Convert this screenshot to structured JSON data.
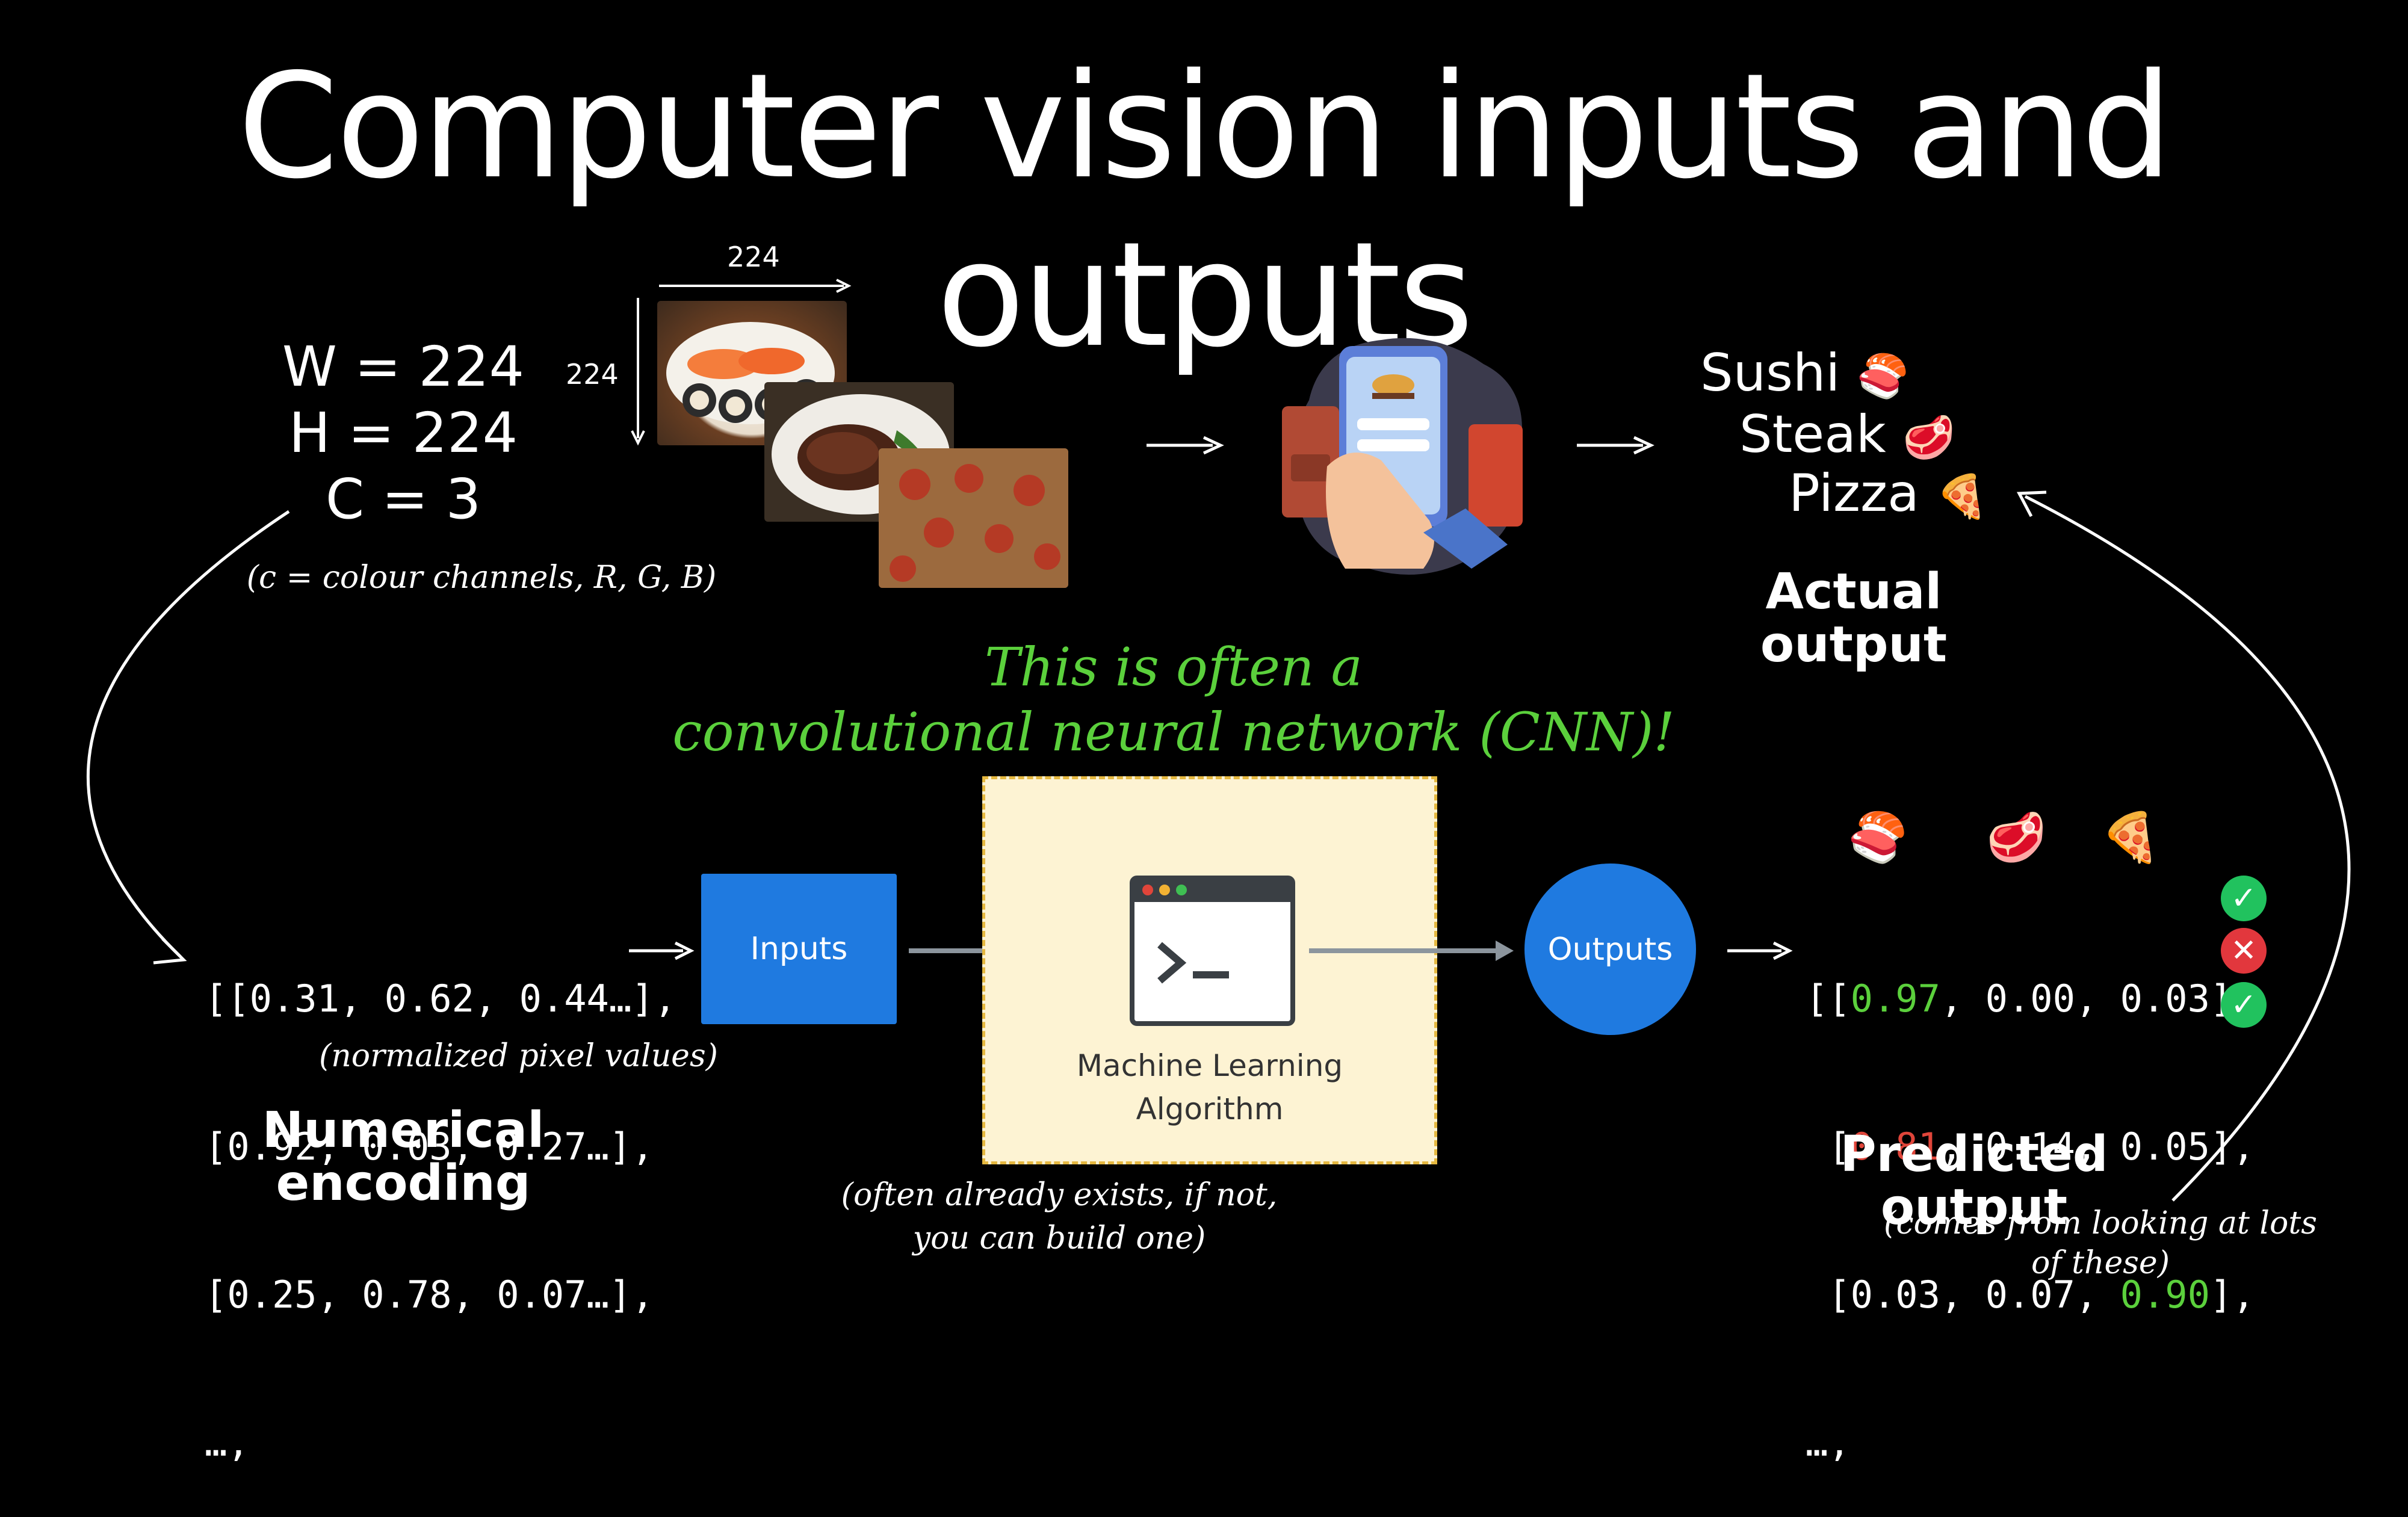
{
  "title": "Computer vision inputs and outputs",
  "dims": {
    "width": "W = 224",
    "height": "H = 224",
    "channels": "C = 3"
  },
  "dims_note": "(c = colour channels, R, G, B)",
  "image_size": {
    "top": "224",
    "side": "224"
  },
  "actual_output": {
    "items": [
      "Sushi",
      "Steak",
      "Pizza"
    ],
    "emoji": [
      "🍣",
      "🥩",
      "🍕"
    ],
    "label": "Actual output"
  },
  "cnn_note": {
    "line1": "This is often a",
    "line2": "convolutional neural network (CNN)!"
  },
  "encoding": {
    "rows": [
      "[[0.31, 0.62, 0.44…],",
      "[0.92, 0.03, 0.27…],",
      "[0.25, 0.78, 0.07…],",
      "…,"
    ],
    "note": "(normalized pixel values)",
    "label_line1": "Numerical",
    "label_line2": "encoding"
  },
  "inputs_box": "Inputs",
  "algorithm": {
    "line1": "Machine Learning",
    "line2": "Algorithm",
    "note_line1": "(often already exists, if not,",
    "note_line2": "you can build one)"
  },
  "outputs_circle": "Outputs",
  "predicted": {
    "header_emoji": [
      "🍣",
      "🥩",
      "🍕"
    ],
    "rows": [
      {
        "open": "[[",
        "v1": "0.97",
        "v2": "0.00",
        "v3": "0.03",
        "close": "],",
        "status": "correct"
      },
      {
        "open": "[",
        "v1": "0.81",
        "v2": "0.14",
        "v3": "0.05",
        "close": "],",
        "status": "wrong"
      },
      {
        "open": "[",
        "v1": "0.03",
        "v2": "0.07",
        "v3": "0.90",
        "close": "],",
        "status": "correct"
      }
    ],
    "ellipsis": "…,",
    "label": "Predicted output",
    "note_line1": "(comes from looking at lots",
    "note_line2": "of these)"
  },
  "colors": {
    "green": "#5bd03c",
    "red": "#e0453a",
    "blue": "#1f7ae0",
    "algo_bg": "#fdf3d3",
    "check": "#21c25e",
    "cross": "#e2373d"
  }
}
